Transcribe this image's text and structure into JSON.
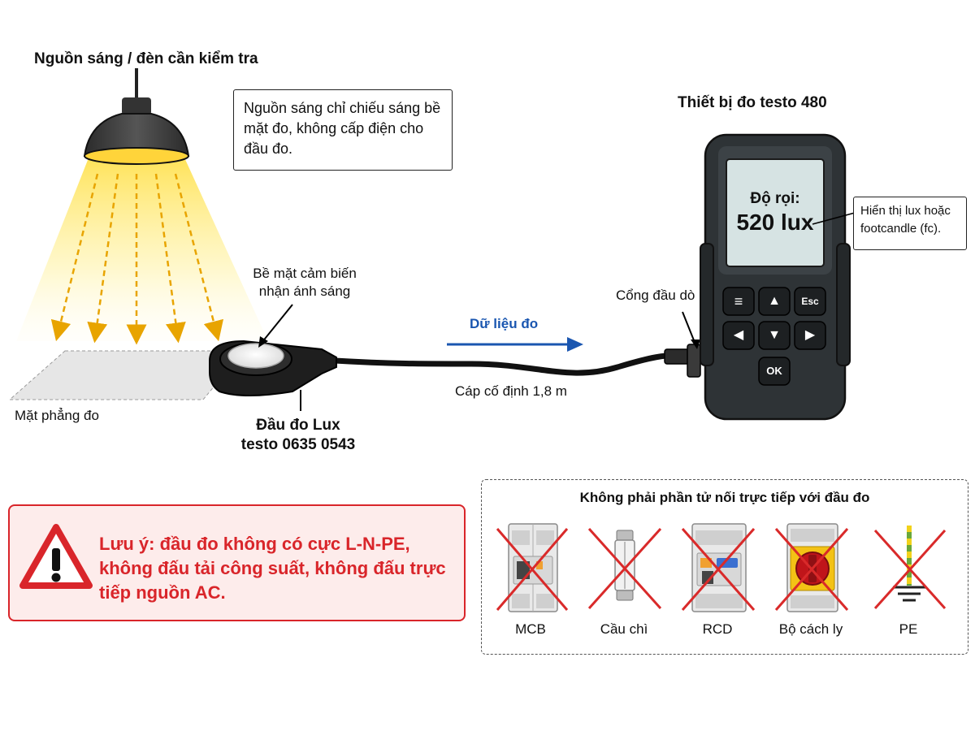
{
  "lamp_title": "Nguồn sáng / đèn cần kiểm tra",
  "lamp_note": "Nguồn sáng chỉ chiếu sáng bề mặt đo, không cấp điện cho đầu đo.",
  "sensor_surface_label": "Bề mặt cảm biến nhận ánh sáng",
  "plane_label": "Mặt phẳng đo",
  "probe": {
    "line1": "Đầu đo Lux",
    "line2": "testo 0635 0543"
  },
  "data_label": "Dữ liệu đo",
  "cable_label": "Cáp cố định 1,8 m",
  "port_label": "Cổng đầu dò",
  "meter": {
    "title": "Thiết bị đo testo 480",
    "screen_label": "Độ rọi:",
    "screen_value": "520 lux",
    "display_note": "Hiển thị lux hoặc footcandle (fc).",
    "keys": {
      "menu": "≡",
      "up": "▲",
      "esc": "Esc",
      "left": "◀",
      "down": "▼",
      "right": "▶",
      "ok": "OK"
    }
  },
  "warning": "Lưu ý: đầu đo không có cực L-N-PE, không đấu tải công suất, không đấu trực tiếp nguồn AC.",
  "not_connected": {
    "title": "Không phải phần tử nối trực tiếp với đầu đo",
    "items": [
      {
        "label": "MCB",
        "icon": "mcb-icon"
      },
      {
        "label": "Cầu chì",
        "icon": "fuse-icon"
      },
      {
        "label": "RCD",
        "icon": "rcd-icon"
      },
      {
        "label": "Bộ cách ly",
        "icon": "isolator-icon"
      },
      {
        "label": "PE",
        "icon": "earth-icon"
      }
    ]
  },
  "colors": {
    "warning_red": "#d9252a",
    "data_blue": "#1a56b0",
    "light_yellow": "#f6b800",
    "cross_red": "#d92a2a"
  }
}
